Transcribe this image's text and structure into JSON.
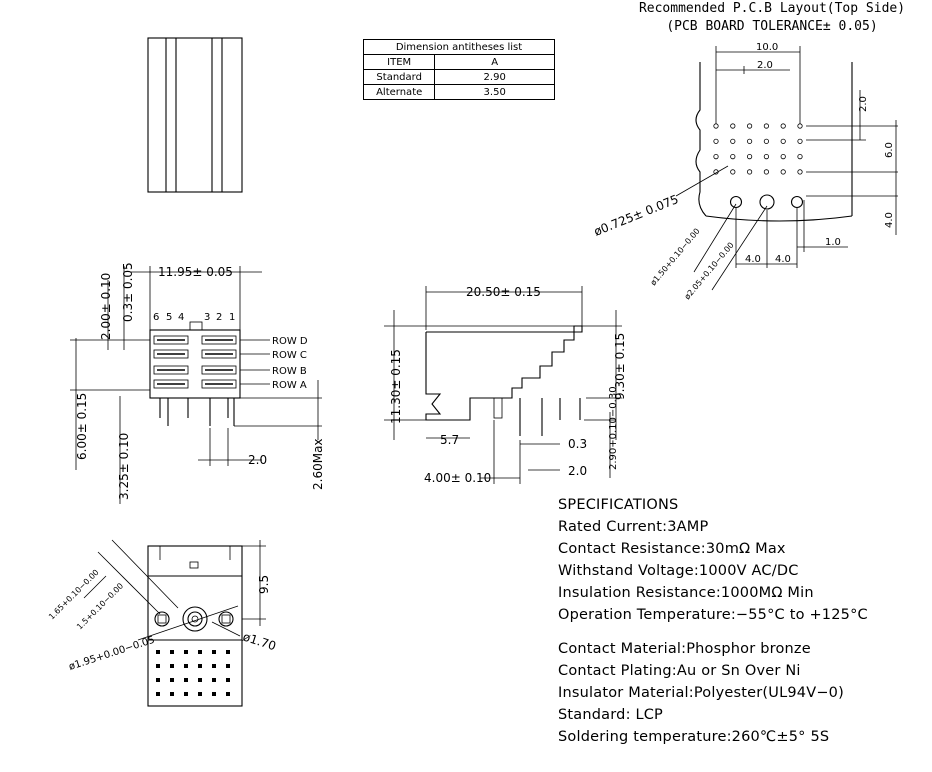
{
  "dimension_table": {
    "title": "Dimension antitheses list",
    "header": [
      "ITEM",
      "A"
    ],
    "rows": [
      [
        "Standard",
        "2.90"
      ],
      [
        "Alternate",
        "3.50"
      ]
    ]
  },
  "pcb_layout": {
    "title": "Recommended P.C.B Layout(Top Side)",
    "subtitle": "(PCB BOARD TOLERANCE± 0.05)",
    "dims": {
      "width_total": "10.0",
      "pitch": "2.0",
      "right_pitch": "2.0",
      "right_span": "6.0",
      "right_post": "4.0",
      "bottom_offset": "1.0",
      "bottom_pitch_a": "4.0",
      "bottom_pitch_b": "4.0",
      "hole_dia": "ø0.725± 0.075",
      "post_dia_a": "ø1.50+0.10−0.00",
      "post_dia_b": "ø2.05+0.10−0.00"
    }
  },
  "front_view": {
    "width": "11.95± 0.05",
    "offset": "0.3± 0.05",
    "row_pitch": "2.00± 0.10",
    "height": "6.00± 0.15",
    "tail": "3.25± 0.10",
    "pin_pitch": "2.0",
    "max_height": "2.60Max",
    "pins_left": [
      "6",
      "5",
      "4"
    ],
    "pins_right": [
      "3",
      "2",
      "1"
    ],
    "rows": [
      "ROW D",
      "ROW C",
      "ROW B",
      "ROW A"
    ]
  },
  "side_view": {
    "length": "20.50± 0.15",
    "height": "11.30± 0.15",
    "body_height": "9.30± 0.15",
    "front_offset": "5.7",
    "post_offset": "4.00± 0.10",
    "tail_a": "0.3",
    "tail_b": "2.0",
    "tail_len": "2.90+0.10−0.30"
  },
  "bottom_view": {
    "height": "9.5",
    "post_a": "1.65+0.10−0.00",
    "post_b": "1.5+0.10−0.00",
    "post_c": "ø1.95+0.00−0.05",
    "post_d": "ø1.70"
  },
  "specifications": {
    "heading": "SPECIFICATIONS",
    "rated_current": "Rated Current:3AMP",
    "contact_resistance": "Contact  Resistance:30mΩ Max",
    "withstand_voltage": "Withstand Voltage:1000V AC/DC",
    "insulation_resistance": "Insulation  Resistance:1000MΩ Min",
    "operation_temperature": "Operation Temperature:−55°C  to  +125°C",
    "contact_material": "Contact Material:Phosphor bronze",
    "contact_plating": "Contact Plating:Au  or  Sn Over Ni",
    "insulator_material": "Insulator Material:Polyester(UL94V−0)",
    "standard": "Standard:          LCP",
    "soldering_temperature": "Soldering  temperature:260℃±5°   5S"
  }
}
